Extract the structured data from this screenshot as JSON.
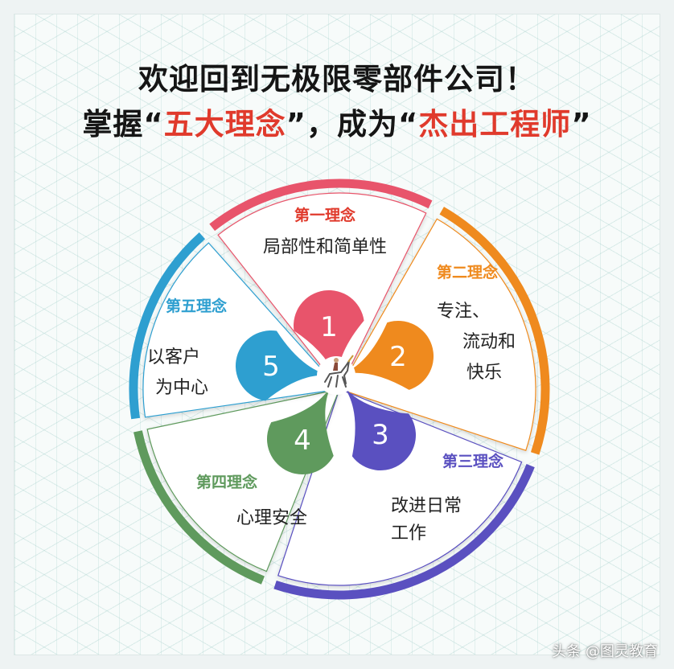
{
  "title": {
    "line1": "欢迎回到无极限零部件公司！",
    "line2_prefix": "掌握“",
    "line2_highlight1": "五大理念",
    "line2_middle": "”，成为“",
    "line2_highlight2": "杰出工程师",
    "line2_suffix": "”"
  },
  "colors": {
    "principle1": "#e8546b",
    "principle2": "#ef8a1e",
    "principle3": "#5a50c0",
    "principle4": "#5f9a5d",
    "principle5": "#2e9fd0",
    "highlight": "#e03a2c"
  },
  "principles": [
    {
      "number": "1",
      "heading": "第一理念",
      "lines": [
        "局部性和简单性"
      ]
    },
    {
      "number": "2",
      "heading": "第二理念",
      "lines": [
        "专注、",
        "流动和",
        "快乐"
      ]
    },
    {
      "number": "3",
      "heading": "第三理念",
      "lines": [
        "改进日常",
        "工作"
      ]
    },
    {
      "number": "4",
      "heading": "第四理念",
      "lines": [
        "心理安全"
      ]
    },
    {
      "number": "5",
      "heading": "第五理念",
      "lines": [
        "以客户",
        "为中心"
      ]
    }
  ],
  "center_icon": "unicorn-rider-icon",
  "watermark": "头条 @图灵教育"
}
